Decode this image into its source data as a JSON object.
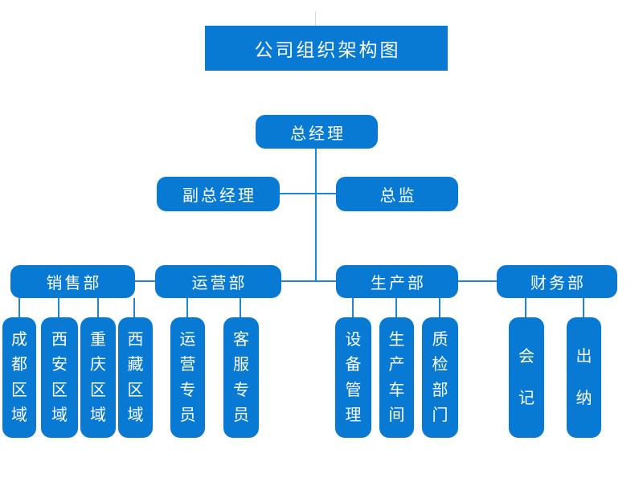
{
  "title": {
    "label": "公司组织架构图"
  },
  "colors": {
    "node_fill": "#087ad3",
    "connector": "#1f85d6",
    "node_text": "#ffffff",
    "background": "#ffffff"
  },
  "org": {
    "root": {
      "label": "总经理"
    },
    "level2": [
      {
        "label": "副总经理"
      },
      {
        "label": "总监"
      }
    ],
    "departments": [
      {
        "label": "销售部",
        "children": [
          "成都区域",
          "西安区域",
          "重庆区域",
          "西藏区域"
        ]
      },
      {
        "label": "运营部",
        "children": [
          "运营专员",
          "客服专员"
        ]
      },
      {
        "label": "生产部",
        "children": [
          "设备管理",
          "生产车间",
          "质检部门"
        ]
      },
      {
        "label": "财务部",
        "children": [
          "会记",
          "出纳"
        ]
      }
    ]
  }
}
